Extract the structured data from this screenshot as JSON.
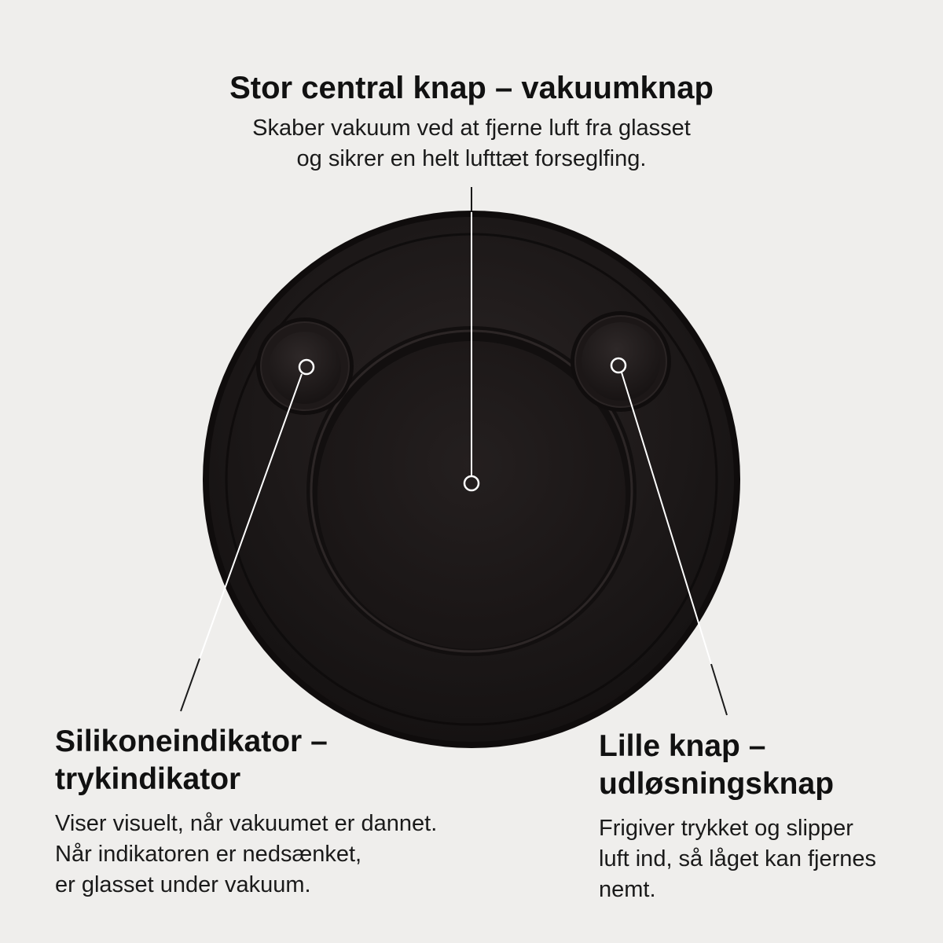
{
  "callouts": {
    "top": {
      "title": "Stor central knap – vakuumknap",
      "description": [
        "Skaber vakuum ved at fjerne luft fra glasset",
        "og sikrer en helt lufttæt forseglfing."
      ]
    },
    "left": {
      "title": [
        "Silikoneindikator –",
        "trykindikator"
      ],
      "description": [
        "Viser visuelt, når vakuumet er dannet.",
        "Når indikatoren er nedsænket,",
        "er glasset under vakuum."
      ]
    },
    "right": {
      "title": [
        "Lille knap –",
        "udløsningsknap"
      ],
      "description": [
        "Frigiver trykket og slipper",
        "luft ind, så låget kan fjernes",
        "nemt."
      ]
    }
  },
  "colors": {
    "background": "#efeeec",
    "lid": "#1c1818",
    "lid_rim": "#0f0c0c",
    "leader": "#ffffff"
  }
}
